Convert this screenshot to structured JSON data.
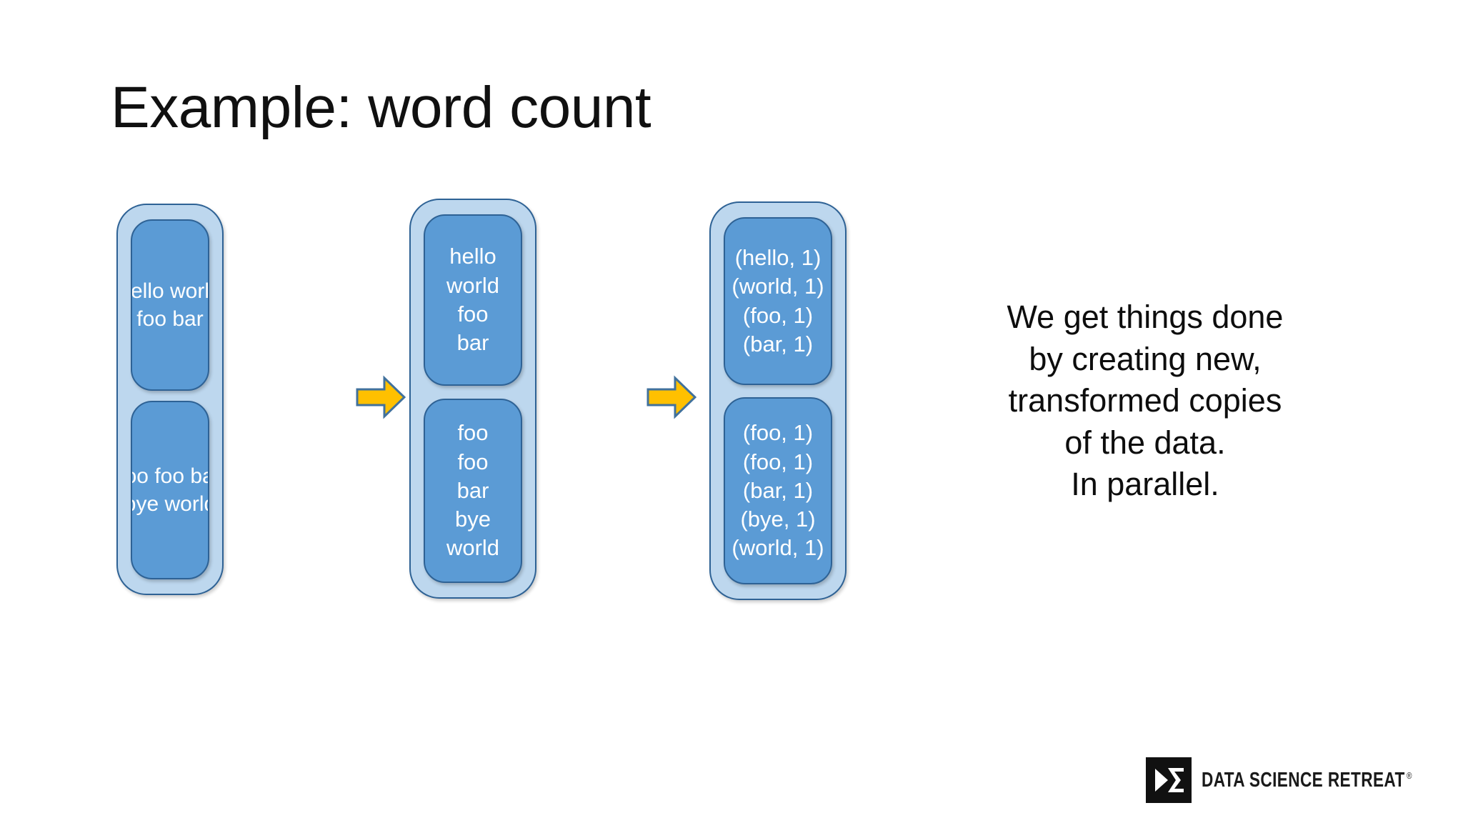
{
  "slide": {
    "title": "Example: word count",
    "background_color": "#ffffff"
  },
  "colors": {
    "stage_fill": "#bdd7ee",
    "partition_fill": "#5b9bd5",
    "shape_outline": "#2e6295",
    "arrow_fill": "#ffc000",
    "arrow_outline": "#41719c",
    "text_on_shape": "#ffffff",
    "body_text": "#0d0d0d"
  },
  "diagram": {
    "stages": [
      {
        "name": "input-lines",
        "partitions": [
          {
            "lines": [
              "hello world",
              "foo bar"
            ]
          },
          {
            "lines": [
              "foo foo bar",
              "bye world"
            ]
          }
        ]
      },
      {
        "name": "split-words",
        "partitions": [
          {
            "lines": [
              "hello",
              "world",
              "foo",
              "bar"
            ]
          },
          {
            "lines": [
              "foo",
              "foo",
              "bar",
              "bye",
              "world"
            ]
          }
        ]
      },
      {
        "name": "map-to-pairs",
        "partitions": [
          {
            "lines": [
              "(hello, 1)",
              "(world, 1)",
              "(foo, 1)",
              "(bar, 1)"
            ]
          },
          {
            "lines": [
              "(foo, 1)",
              "(foo, 1)",
              "(bar, 1)",
              "(bye, 1)",
              "(world, 1)"
            ]
          }
        ]
      }
    ],
    "arrows": [
      {
        "name": "arrow-stage1-to-stage2",
        "icon": "right-arrow-icon"
      },
      {
        "name": "arrow-stage2-to-stage3",
        "icon": "right-arrow-icon"
      }
    ]
  },
  "caption": {
    "lines": [
      "We get things done",
      "by creating new,",
      "transformed copies",
      "of the data.",
      "In parallel."
    ]
  },
  "logo": {
    "mark_icon": "play-sigma-icon",
    "text": "DATA SCIENCE RETREAT",
    "registered_mark": "®"
  }
}
